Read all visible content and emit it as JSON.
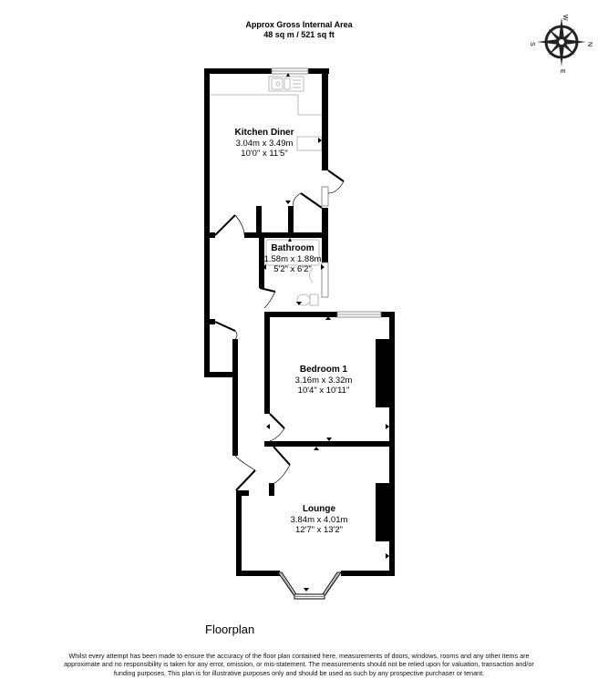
{
  "header": {
    "title": "Approx Gross Internal Area",
    "area": "48 sq m / 521 sq ft"
  },
  "compass": {
    "icon": "compass-rose-icon",
    "labels": {
      "top": "W",
      "right": "N",
      "bottom": "E",
      "left": "S"
    }
  },
  "rooms": [
    {
      "name": "Kitchen Diner",
      "metric": "3.04m x 3.49m",
      "imperial": "10'0\" x 11'5\""
    },
    {
      "name": "Bathroom",
      "metric": "1.58m x 1.88m",
      "imperial": "5'2\" x 6'2\""
    },
    {
      "name": "Bedroom 1",
      "metric": "3.16m x 3.32m",
      "imperial": "10'4\" x 10'11\""
    },
    {
      "name": "Lounge",
      "metric": "3.84m x 4.01m",
      "imperial": "12'7\" x 13'2\""
    }
  ],
  "floor_title": "Floorplan",
  "disclaimer": "Whilst every attempt has been made to ensure the accuracy of the floor plan contained here, measurements of doors, windows, rooms and any other items are approximate and no responsibility is taken for any error, omission, or mis-statement. The measurements should not be relied upon for valuation, transaction and/or funding purposes. This plan is for illustrative purposes only and should be used as such by any prospective purchaser or tenant.",
  "colors": {
    "wall": "#000000",
    "fixture": "#bbbbbb",
    "background": "#ffffff"
  }
}
